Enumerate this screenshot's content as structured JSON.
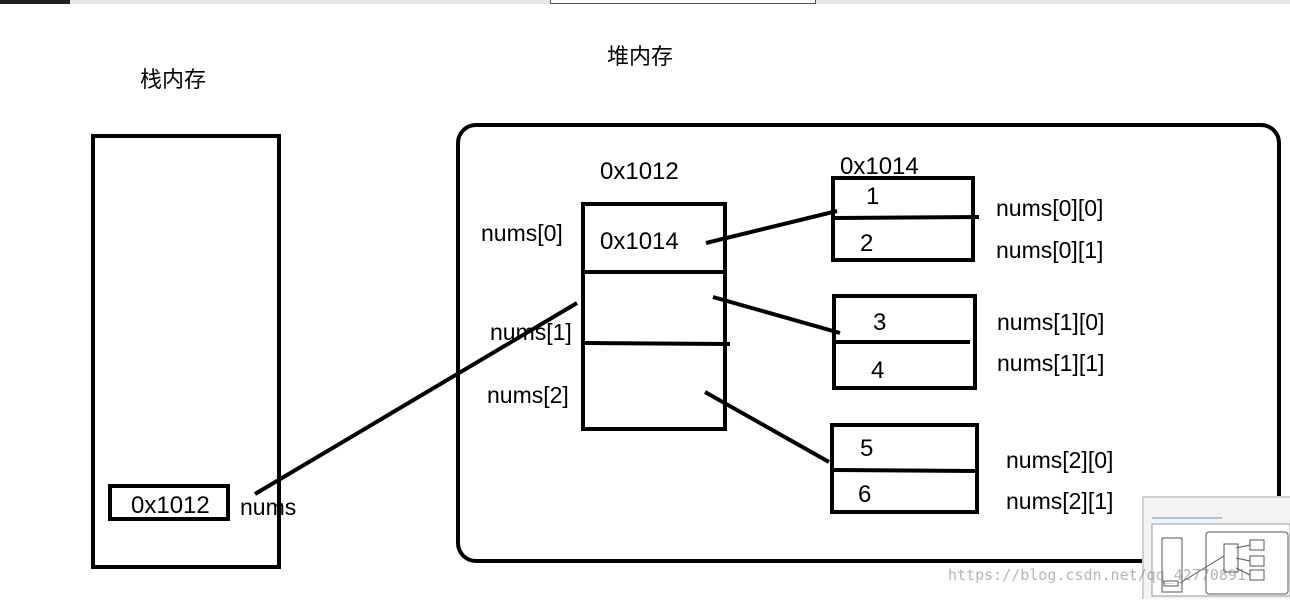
{
  "stack": {
    "title": "栈内存",
    "cell_value": "0x1012",
    "var_label": "nums"
  },
  "heap": {
    "title": "堆内存",
    "outer_array": {
      "address": "0x1012",
      "first_cell_value": "0x1014",
      "row_labels": [
        "nums[0]",
        "nums[1]",
        "nums[2]"
      ]
    },
    "inner_arrays": [
      {
        "address": "0x1014",
        "values": [
          "1",
          "2"
        ],
        "labels": [
          "nums[0][0]",
          "nums[0][1]"
        ]
      },
      {
        "address": "",
        "values": [
          "3",
          "4"
        ],
        "labels": [
          "nums[1][0]",
          "nums[1][1]"
        ]
      },
      {
        "address": "",
        "values": [
          "5",
          "6"
        ],
        "labels": [
          "nums[2][0]",
          "nums[2][1]"
        ]
      }
    ]
  },
  "watermark": "https://blog.csdn.net/qq_42770891"
}
